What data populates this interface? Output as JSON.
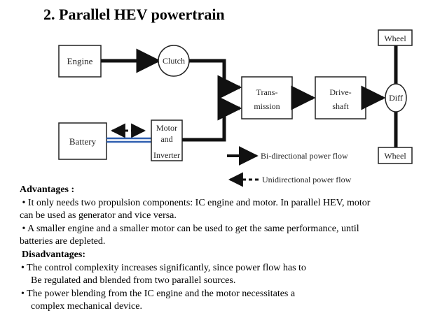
{
  "slide": {
    "title": "2. Parallel HEV powertrain"
  },
  "diagram": {
    "nodes": {
      "engine": "Engine",
      "clutch": "Clutch",
      "battery": "Battery",
      "motor_line1": "Motor",
      "motor_line2": "and",
      "motor_line3": "Inverter",
      "transmission_line1": "Trans-",
      "transmission_line2": "mission",
      "driveshaft_line1": "Drive-",
      "driveshaft_line2": "shaft",
      "diff": "Diff",
      "wheel_top": "Wheel",
      "wheel_bottom": "Wheel"
    },
    "legend": {
      "bidirectional": "Bi-directional power flow",
      "unidirectional": "Unidirectional power flow"
    }
  },
  "notes": {
    "advantages_heading": "Advantages :",
    "adv1_line1": " • It only needs two propulsion components: IC engine and motor. In parallel HEV, motor",
    "adv1_line2": "can be used as generator and vice versa.",
    "adv2_line1": " • A smaller engine and a smaller motor can be used to get the same performance, until",
    "adv2_line2": "batteries are depleted.",
    "disadvantages_heading": "Disadvantages:",
    "dis1_line1": "• The control complexity increases significantly, since power flow has to",
    "dis1_line2": "Be regulated and blended from two parallel sources.",
    "dis2_line1": "• The power blending from the IC engine and the motor necessitates a",
    "dis2_line2": "complex mechanical device."
  }
}
